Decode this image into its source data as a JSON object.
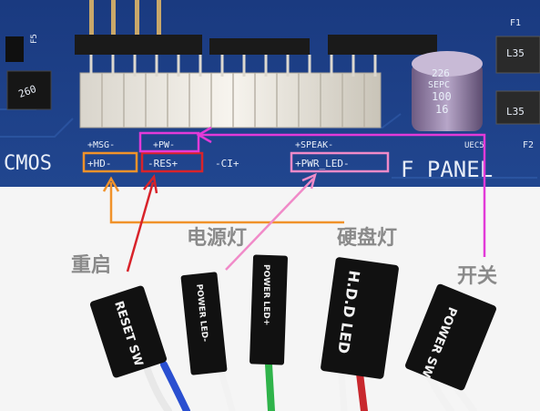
{
  "board": {
    "cmos": "CMOS",
    "f_panel": "F PANEL",
    "f5": "F5",
    "f1": "F1",
    "f2": "F2",
    "uec5": "UEC5",
    "l35_top": "L35",
    "l35_bottom": "L35",
    "chip_code": "260",
    "cap_lines": [
      "226",
      "SEPC",
      "100",
      "16"
    ]
  },
  "header_labels": {
    "msg": "+MSG-",
    "pw": "+PW-",
    "speak": "+SPEAK-",
    "hd": "+HD-",
    "res": "-RES+",
    "ci": "-CI+",
    "pwr_led": "+PWR_LED-"
  },
  "callouts": {
    "reset": "重启",
    "power_led": "电源灯",
    "hdd_led": "硬盘灯",
    "power_sw": "开关"
  },
  "connectors": {
    "reset_sw": "RESET SW",
    "power_led_neg": "POWER LED-",
    "power_led_pos": "POWER LED+",
    "hdd_led": "H.D.D LED",
    "power_sw": "POWER SW"
  },
  "colors": {
    "orange": "#f0922a",
    "red": "#d8232a",
    "pink": "#f08ac8",
    "magenta": "#e23ad8",
    "pcb_blue": "#1d3f87"
  }
}
